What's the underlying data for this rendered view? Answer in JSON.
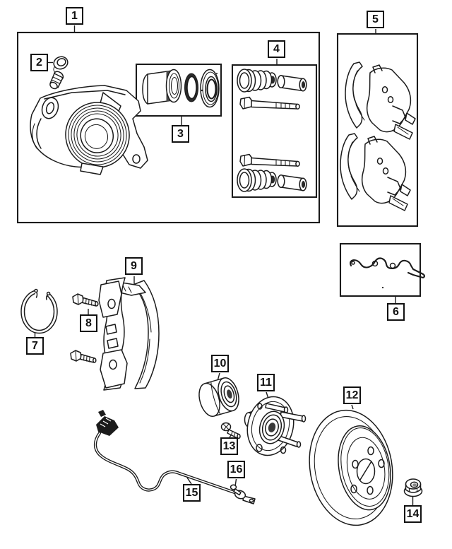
{
  "diagram": {
    "background": "#ffffff",
    "line_color": "#1b1b1b",
    "callout_border": "#111111",
    "callouts": {
      "c1": "1",
      "c2": "2",
      "c3": "3",
      "c4": "4",
      "c5": "5",
      "c6": "6",
      "c7": "7",
      "c8": "8",
      "c9": "9",
      "c10": "10",
      "c11": "11",
      "c12": "12",
      "c13": "13",
      "c14": "14",
      "c15": "15",
      "c16": "16"
    }
  }
}
